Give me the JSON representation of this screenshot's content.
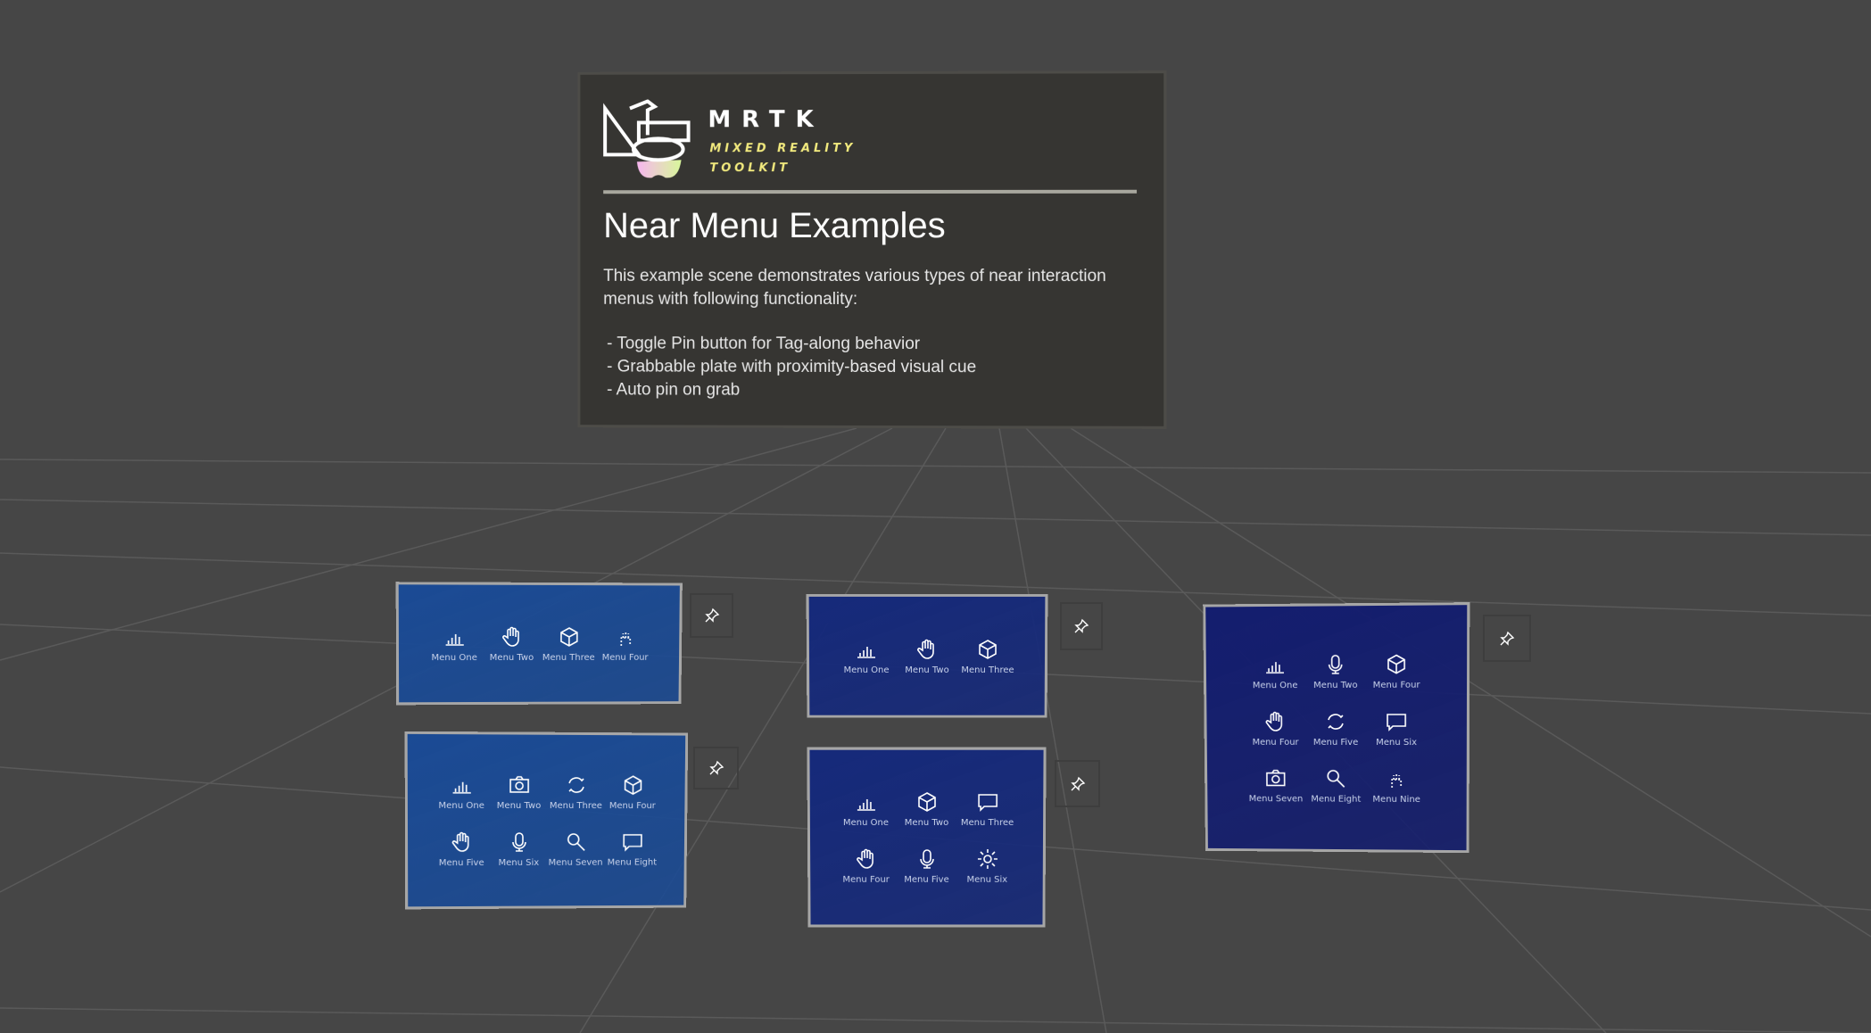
{
  "info_panel": {
    "logo_title": "MRTK",
    "logo_subtitle_1": "MIXED REALITY",
    "logo_subtitle_2": "TOOLKIT",
    "title": "Near Menu Examples",
    "description": "This example scene demonstrates various types of near interaction menus with following functionality:",
    "bullets": [
      "- Toggle Pin button for Tag-along behavior",
      "- Grabbable plate with proximity-based visual cue",
      "- Auto pin on grab"
    ]
  },
  "colors": {
    "background": "#464646",
    "menu_light": "#1a4a94",
    "menu_mid": "#15297a",
    "menu_dark": "#131d6e"
  },
  "menus": [
    {
      "name": "menu-1x4",
      "columns": 4,
      "color": "#1a4a94",
      "pin_icon": "pin-icon",
      "items": [
        {
          "label": "Menu One",
          "icon": "chart"
        },
        {
          "label": "Menu Two",
          "icon": "hand"
        },
        {
          "label": "Menu Three",
          "icon": "cube"
        },
        {
          "label": "Menu Four",
          "icon": "hand-ray"
        }
      ]
    },
    {
      "name": "menu-2x4",
      "columns": 4,
      "color": "#1a4a94",
      "pin_icon": "pin-icon",
      "items": [
        {
          "label": "Menu One",
          "icon": "chart"
        },
        {
          "label": "Menu Two",
          "icon": "camera"
        },
        {
          "label": "Menu Three",
          "icon": "refresh"
        },
        {
          "label": "Menu Four",
          "icon": "cube"
        },
        {
          "label": "Menu Five",
          "icon": "hand"
        },
        {
          "label": "Menu Six",
          "icon": "mic"
        },
        {
          "label": "Menu Seven",
          "icon": "search"
        },
        {
          "label": "Menu Eight",
          "icon": "chat"
        }
      ]
    },
    {
      "name": "menu-1x3",
      "columns": 3,
      "color": "#15297a",
      "pin_icon": "pin-icon",
      "items": [
        {
          "label": "Menu One",
          "icon": "chart"
        },
        {
          "label": "Menu Two",
          "icon": "hand"
        },
        {
          "label": "Menu Three",
          "icon": "cube"
        }
      ]
    },
    {
      "name": "menu-2x3",
      "columns": 3,
      "color": "#15297a",
      "pin_icon": "pin-icon",
      "items": [
        {
          "label": "Menu One",
          "icon": "chart"
        },
        {
          "label": "Menu Two",
          "icon": "cube"
        },
        {
          "label": "Menu Three",
          "icon": "chat"
        },
        {
          "label": "Menu Four",
          "icon": "hand"
        },
        {
          "label": "Menu Five",
          "icon": "mic"
        },
        {
          "label": "Menu Six",
          "icon": "gear"
        }
      ]
    },
    {
      "name": "menu-3x3",
      "columns": 3,
      "color": "#131d6e",
      "pin_icon": "pin-icon",
      "items": [
        {
          "label": "Menu One",
          "icon": "chart"
        },
        {
          "label": "Menu Two",
          "icon": "mic"
        },
        {
          "label": "Menu Four",
          "icon": "cube"
        },
        {
          "label": "Menu Four",
          "icon": "hand"
        },
        {
          "label": "Menu Five",
          "icon": "refresh"
        },
        {
          "label": "Menu Six",
          "icon": "chat"
        },
        {
          "label": "Menu Seven",
          "icon": "camera"
        },
        {
          "label": "Menu Eight",
          "icon": "search"
        },
        {
          "label": "Menu Nine",
          "icon": "hand-ray"
        }
      ]
    }
  ]
}
